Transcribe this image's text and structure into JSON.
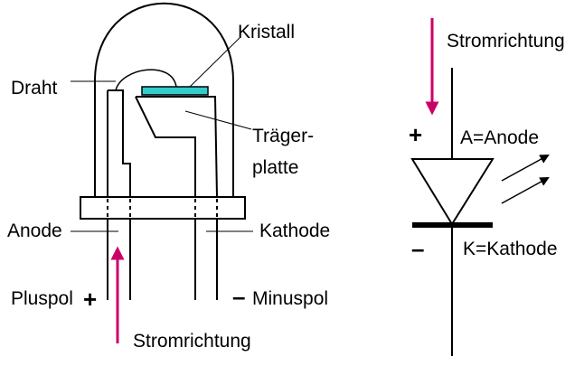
{
  "labels": {
    "kristall": "Kristall",
    "draht": "Draht",
    "traeger_line1": "Träger-",
    "traeger_line2": "platte",
    "anode": "Anode",
    "kathode": "Kathode",
    "pluspol": "Pluspol",
    "minuspol": "Minuspol",
    "stromrichtung_left": "Stromrichtung",
    "stromrichtung_right": "Stromrichtung",
    "a_anode": "A=Anode",
    "k_kathode": "K=Kathode",
    "plus_left": "+",
    "minus_left": "–",
    "plus_right": "+",
    "minus_right": "–"
  },
  "colors": {
    "arrow": "#cc0066",
    "crystal": "#33cccc",
    "line": "#000000"
  }
}
